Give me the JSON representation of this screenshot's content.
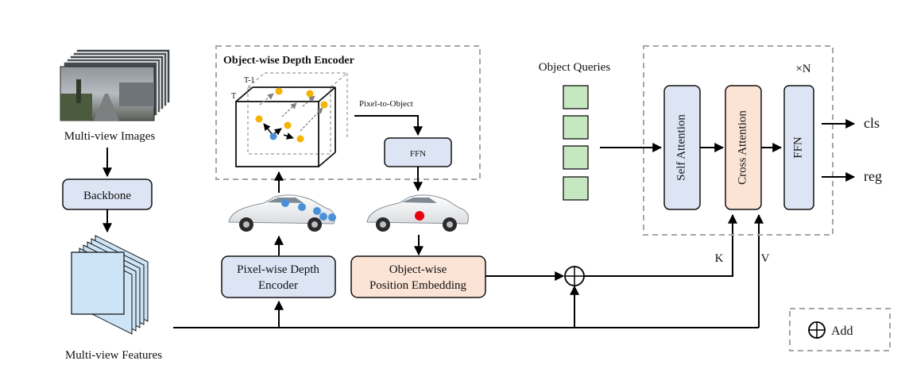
{
  "inputs": {
    "images_label": "Multi-view Images",
    "backbone_label": "Backbone",
    "features_label": "Multi-view Features"
  },
  "object_depth_encoder": {
    "title": "Object-wise Depth Encoder",
    "frame_t_minus_1": "T-1",
    "frame_t": "T",
    "pixel_to_object": "Pixel-to-Object",
    "ffn_label": "FFN"
  },
  "pixel_depth_encoder": {
    "line1": "Pixel-wise Depth",
    "line2": "Encoder"
  },
  "position_embedding": {
    "line1": "Object-wise",
    "line2": "Position Embedding"
  },
  "decoder": {
    "object_queries": "Object Queries",
    "repeat": "×N",
    "self_attention": "Self Attention",
    "cross_attention": "Cross Attention",
    "ffn": "FFN",
    "key_label": "K",
    "value_label": "V",
    "outputs": [
      "cls",
      "reg"
    ]
  },
  "legend": {
    "add_label": "Add",
    "add_icon": "circle-plus-icon"
  },
  "colors": {
    "blue_box": "#dde5f5",
    "peach_box": "#fbe3d6",
    "query_green": "#c6e8c0",
    "feature_blue": "#cde4f7",
    "point_blue": "#4a90d9",
    "point_yellow": "#f4b400",
    "point_red": "#e8000b",
    "dashed_border": "#a6a6a6"
  }
}
